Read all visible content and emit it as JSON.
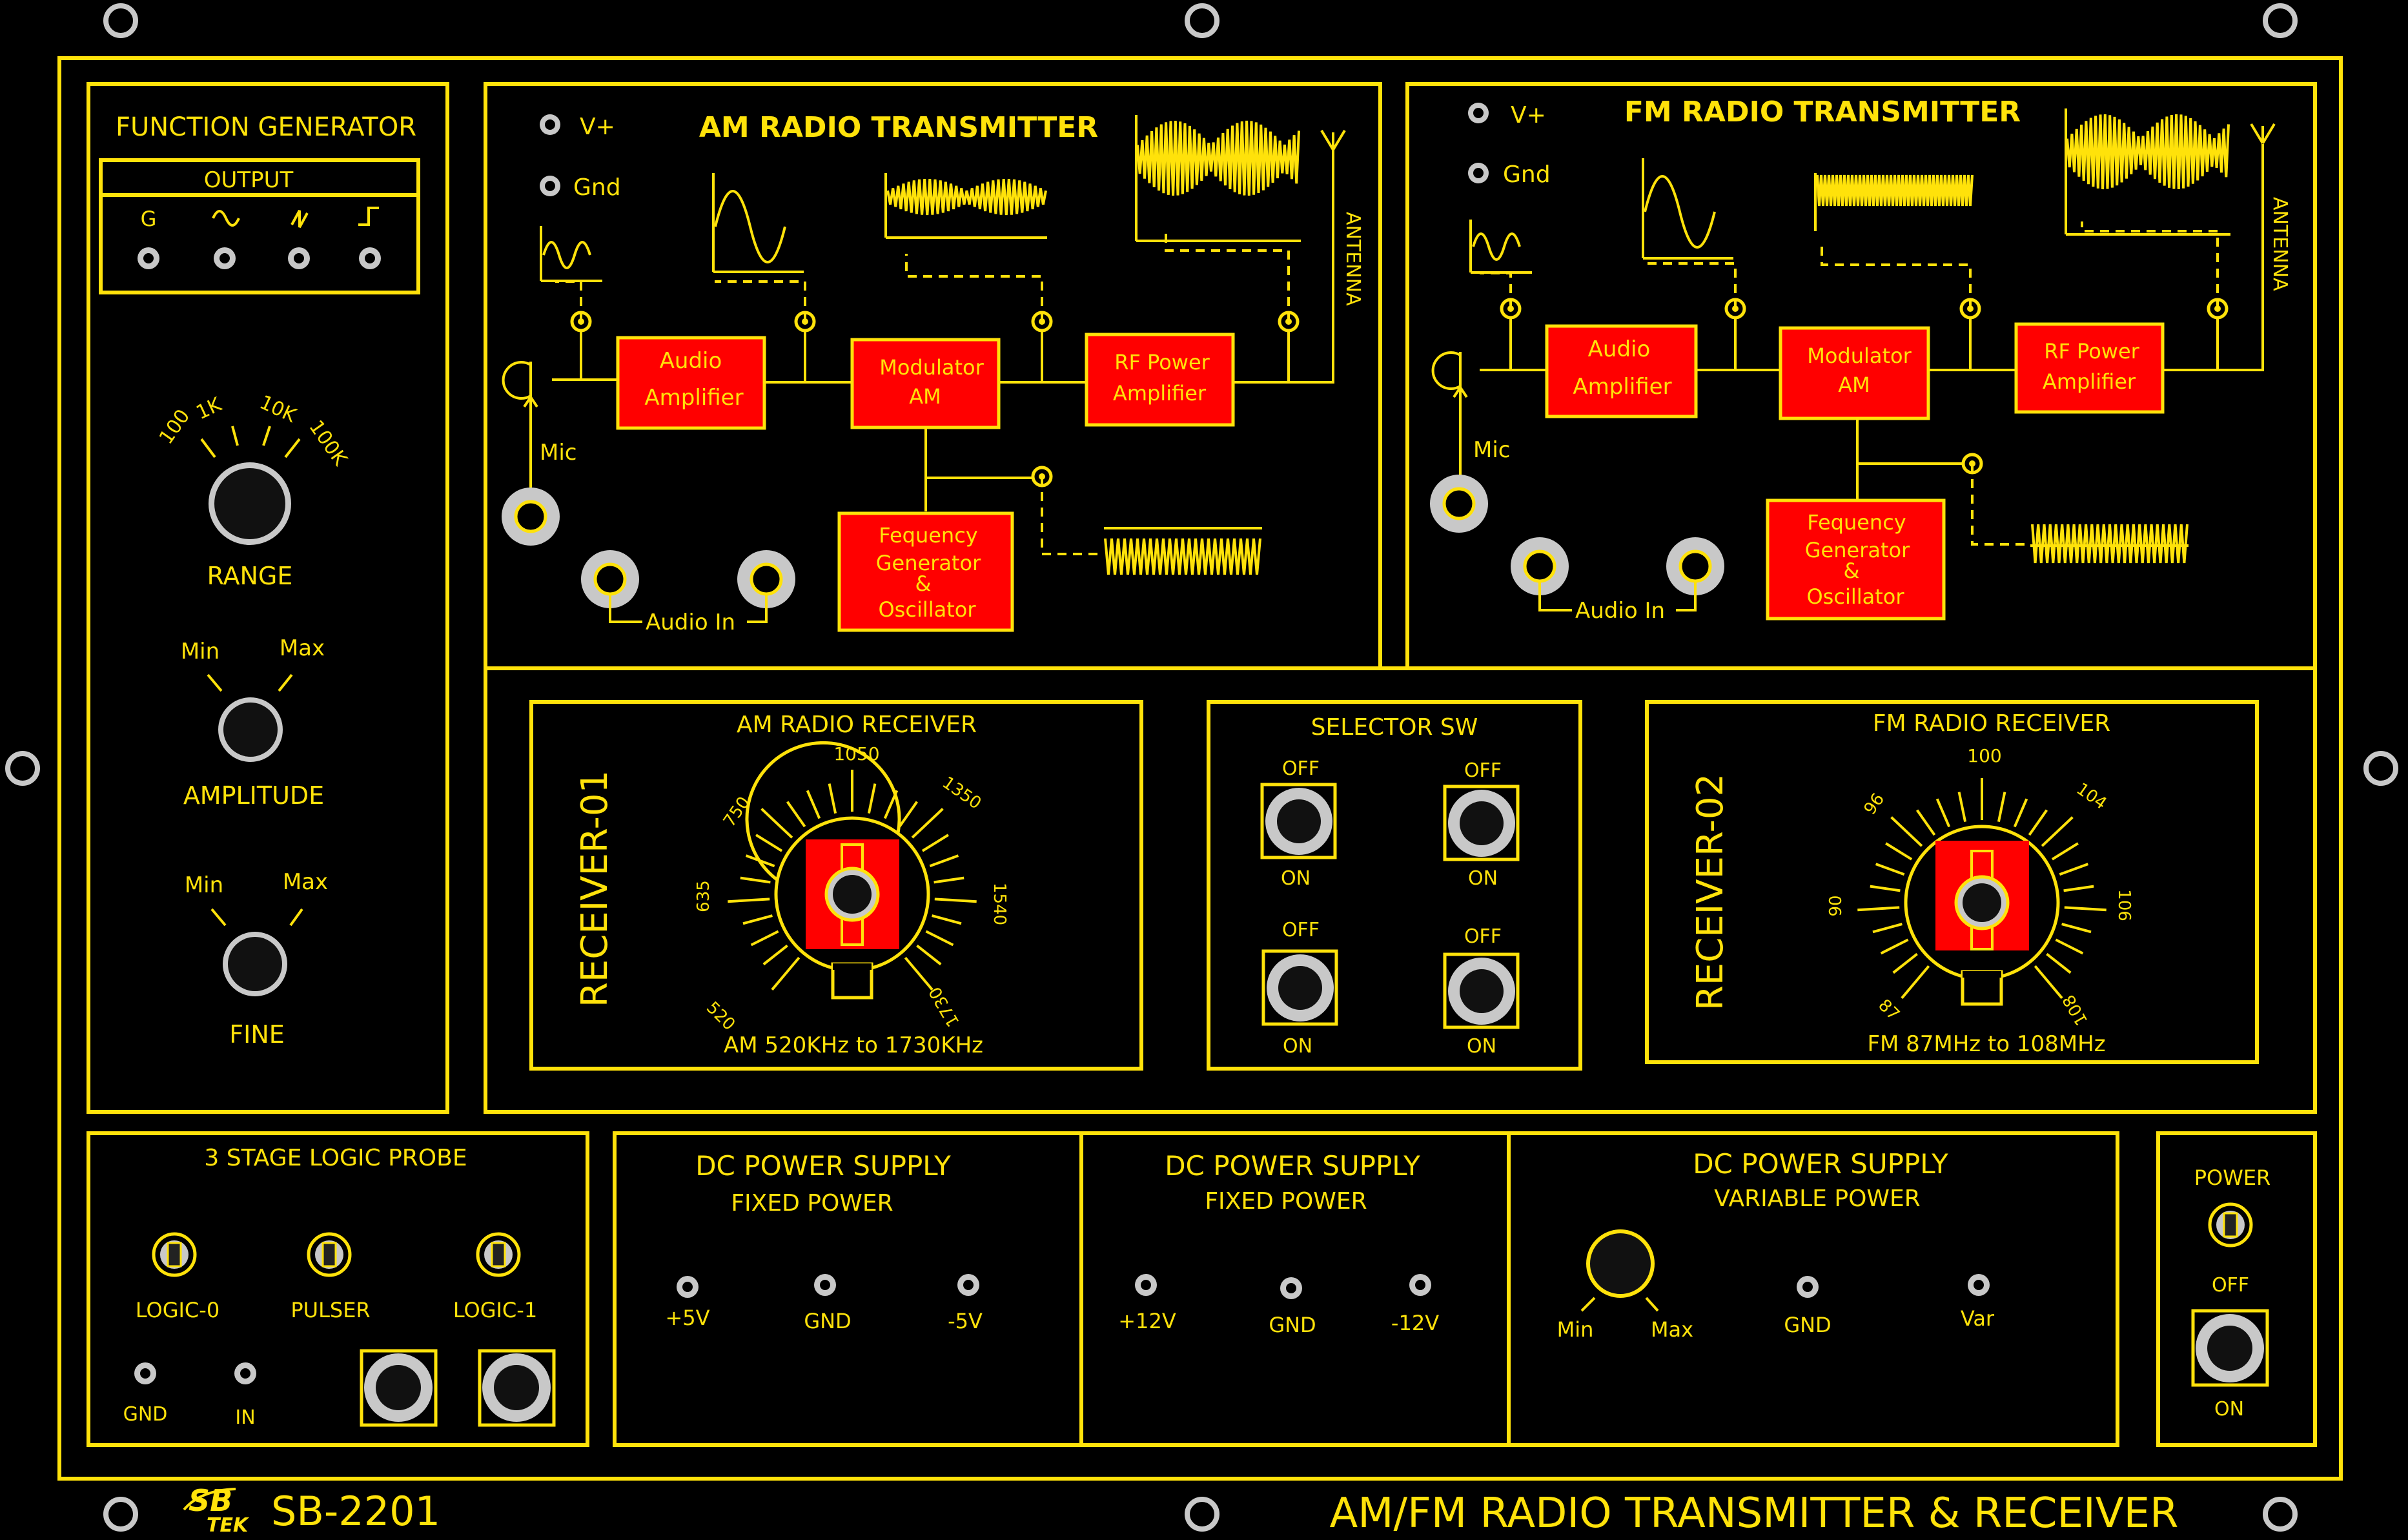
{
  "colors": {
    "background": "#000000",
    "panel_line": "#FFE20A",
    "block_fill": "#FF0000",
    "block_text": "#FFE20A",
    "socket_ring": "#C8C8C8"
  },
  "function_generator": {
    "title": "FUNCTION GENERATOR",
    "output_label": "OUTPUT",
    "output_symbols": [
      "G",
      "sine-wave-icon",
      "ramp-wave-icon",
      "square-wave-icon"
    ],
    "range_ticks": [
      "100",
      "1K",
      "10K",
      "100K"
    ],
    "range_label": "RANGE",
    "amplitude_min": "Min",
    "amplitude_max": "Max",
    "amplitude_label": "AMPLITUDE",
    "fine_min": "Min",
    "fine_max": "Max",
    "fine_label": "FINE"
  },
  "am_tx": {
    "title": "AM RADIO TRANSMITTER",
    "vplus": "V+",
    "gnd": "Gnd",
    "audio_amp": [
      "Audio",
      "Amplifier"
    ],
    "modulator": [
      "Modulator",
      "AM"
    ],
    "rf_amp": [
      "RF Power",
      "Amplifier"
    ],
    "freq_gen": [
      "Fequency",
      "Generator",
      "&",
      "Oscillator"
    ],
    "antenna": "ANTENNA",
    "mic": "Mic",
    "audio_in": "Audio In"
  },
  "fm_tx": {
    "title": "FM RADIO TRANSMITTER",
    "vplus": "V+",
    "gnd": "Gnd",
    "audio_amp": [
      "Audio",
      "Amplifier"
    ],
    "modulator": [
      "Modulator",
      "AM"
    ],
    "rf_amp": [
      "RF Power",
      "Amplifier"
    ],
    "freq_gen": [
      "Fequency",
      "Generator",
      "&",
      "Oscillator"
    ],
    "antenna": "ANTENNA",
    "mic": "Mic",
    "audio_in": "Audio In"
  },
  "am_rx": {
    "title": "AM RADIO RECEIVER",
    "side_label": "RECEIVER-01",
    "dial_labels": [
      "520",
      "635",
      "750",
      "1050",
      "1350",
      "1540",
      "1730"
    ],
    "range_text": "AM 520KHz to 1730KHz"
  },
  "selector": {
    "title": "SELECTOR SW",
    "off": "OFF",
    "on": "ON"
  },
  "fm_rx": {
    "title": "FM RADIO RECEIVER",
    "side_label": "RECEIVER-02",
    "dial_labels": [
      "87",
      "90",
      "96",
      "100",
      "104",
      "106",
      "108"
    ],
    "range_text": "FM 87MHz to 108MHz"
  },
  "logic_probe": {
    "title": "3 STAGE LOGIC PROBE",
    "led_labels": [
      "LOGIC-0",
      "PULSER",
      "LOGIC-1"
    ],
    "gnd": "GND",
    "in": "IN"
  },
  "dc1": {
    "title": "DC POWER SUPPLY",
    "subtitle": "FIXED POWER",
    "terminals": [
      "+5V",
      "GND",
      "-5V"
    ]
  },
  "dc2": {
    "title": "DC POWER SUPPLY",
    "subtitle": "FIXED POWER",
    "terminals": [
      "+12V",
      "GND",
      "-12V"
    ]
  },
  "dc3": {
    "title": "DC POWER SUPPLY",
    "subtitle": "VARIABLE POWER",
    "knob_min": "Min",
    "knob_max": "Max",
    "terminals": [
      "GND",
      "Var"
    ]
  },
  "power": {
    "title": "POWER",
    "off": "OFF",
    "on": "ON"
  },
  "footer": {
    "brand_mark": "SB",
    "brand_sub": "TEK",
    "model": "SB-2201",
    "product_title": "AM/FM RADIO TRANSMITTER & RECEIVER"
  }
}
